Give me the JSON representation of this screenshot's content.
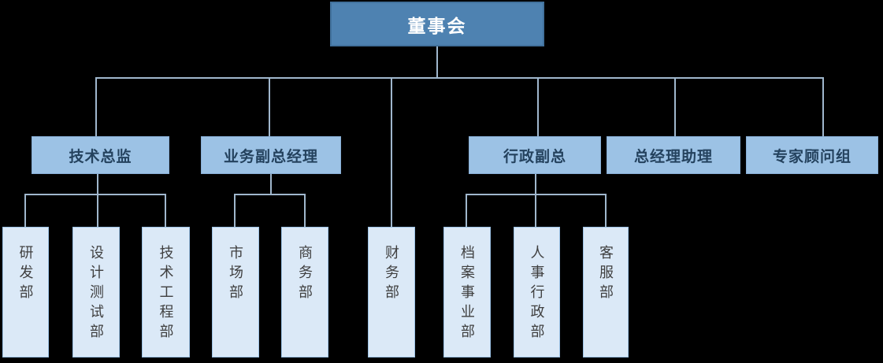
{
  "background_color": "#000000",
  "org_chart": {
    "root": {
      "label": "董事会",
      "children": [
        "技术总监",
        "业务副总经理",
        "财务部",
        "行政副总",
        "总经理助理",
        "专家顾问组"
      ]
    },
    "level2": [
      {
        "label": "技术总监",
        "children": [
          "研发部",
          "设计测试部",
          "技术工程部"
        ]
      },
      {
        "label": "业务副总经理",
        "children": [
          "市场部",
          "商务部"
        ]
      },
      {
        "label": "行政副总",
        "children": [
          "档案事业部",
          "人事行政部",
          "客服部"
        ]
      },
      {
        "label": "总经理助理",
        "children": []
      },
      {
        "label": "专家顾问组",
        "children": []
      }
    ],
    "level3": [
      {
        "label": "研发部"
      },
      {
        "label": "设计测试部"
      },
      {
        "label": "技术工程部"
      },
      {
        "label": "市场部"
      },
      {
        "label": "商务部"
      },
      {
        "label": "财务部"
      },
      {
        "label": "档案事业部"
      },
      {
        "label": "人事行政部"
      },
      {
        "label": "客服部"
      }
    ],
    "colors": {
      "root_fill": "#4E82B1",
      "root_border": "#41719C",
      "root_text": "#FFFFFF",
      "manager_fill": "#9CC2E5",
      "manager_text": "#24425E",
      "department_fill": "#DBE9F7",
      "department_border": "#9CC2E5",
      "department_text": "#3F3F3F",
      "connector_line": "#A0B7CD",
      "background": "#000000"
    }
  }
}
